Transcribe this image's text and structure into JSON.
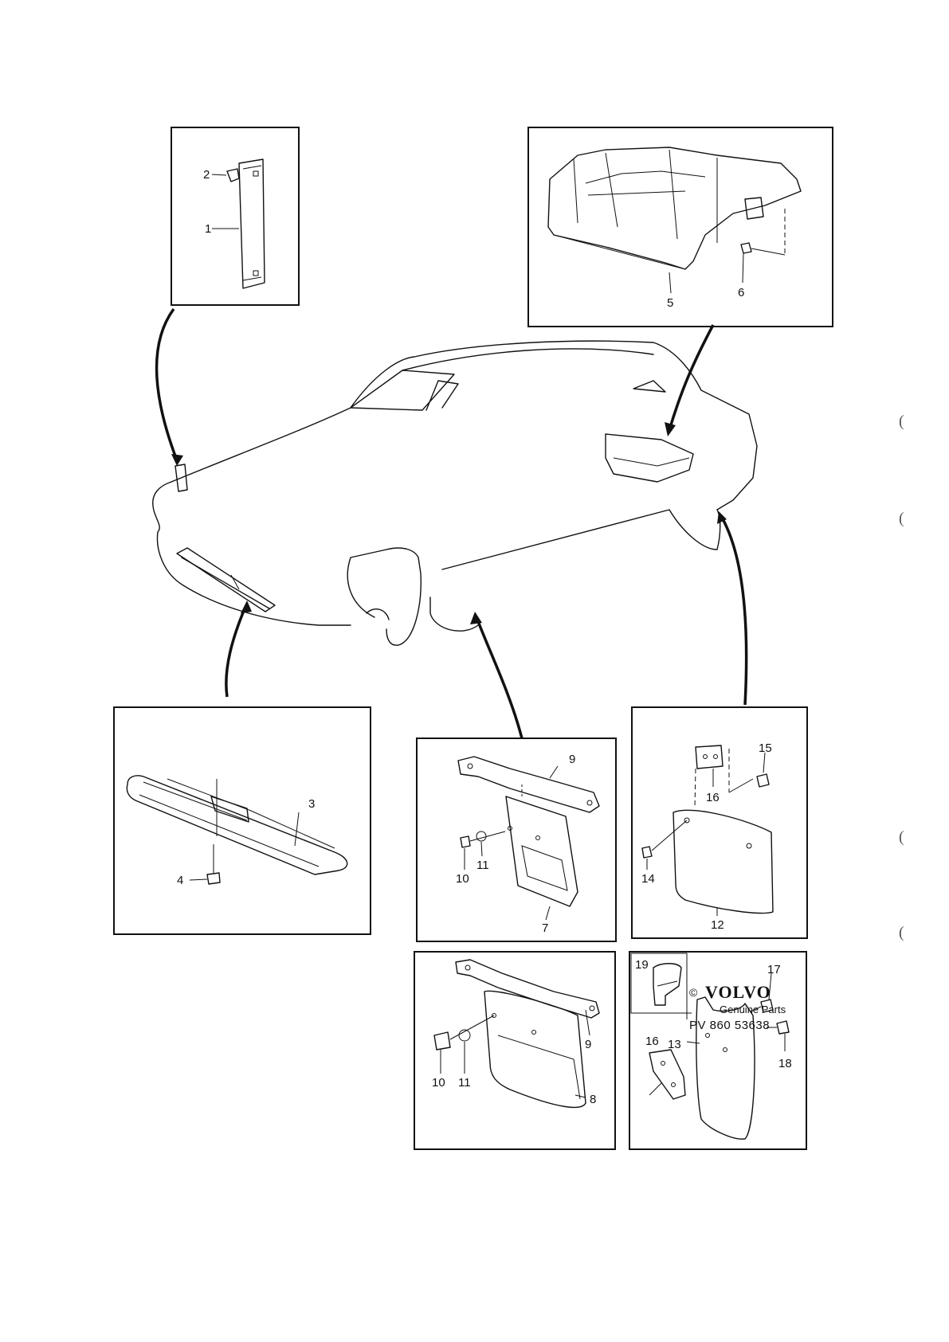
{
  "callouts": {
    "c1": "1",
    "c2": "2",
    "c3": "3",
    "c4": "4",
    "c5": "5",
    "c6": "6",
    "c7": "7",
    "c8": "8",
    "c9a": "9",
    "c9b": "9",
    "c10a": "10",
    "c10b": "10",
    "c11a": "11",
    "c11b": "11",
    "c12": "12",
    "c13": "13",
    "c14": "14",
    "c15": "15",
    "c16a": "16",
    "c16b": "16",
    "c17": "17",
    "c18": "18",
    "c19": "19"
  },
  "footer": {
    "copyright_symbol": "©",
    "brand": "VOLVO",
    "subtitle": "Genuine Parts",
    "part_code": "PV 860 53638"
  },
  "margin_marks": [
    "(",
    "(",
    "(",
    "("
  ]
}
